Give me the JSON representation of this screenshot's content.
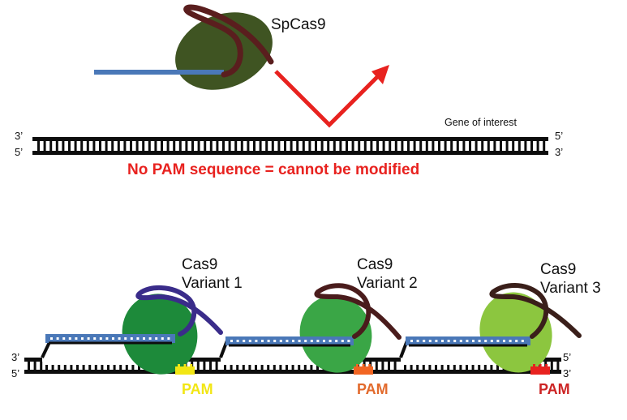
{
  "top": {
    "enzyme_label": "SpCas9",
    "gene_label": "Gene of interest",
    "left_end_top": "3’",
    "left_end_bottom": "5’",
    "right_end_top": "5’",
    "right_end_bottom": "3’",
    "warning": "No PAM sequence = cannot be modified"
  },
  "variants": [
    {
      "line1": "Cas9",
      "line2": "Variant 1",
      "pam": "PAM",
      "blob_color": "#1d8a3a",
      "loop_color": "#3a2c8a",
      "pam_color": "#f2e614",
      "pam_text_color": "#f2e614"
    },
    {
      "line1": "Cas9",
      "line2": "Variant 2",
      "pam": "PAM",
      "blob_color": "#3aa646",
      "loop_color": "#4a1c1c",
      "pam_color": "#f26522",
      "pam_text_color": "#e26a2c"
    },
    {
      "line1": "Cas9",
      "line2": "Variant 3",
      "pam": "PAM",
      "blob_color": "#8cc63f",
      "loop_color": "#3a1f1a",
      "pam_color": "#e8221f",
      "pam_text_color": "#cc2424"
    }
  ],
  "bottom": {
    "left_end_top": "3’",
    "left_end_bottom": "5’",
    "right_end_top": "5’",
    "right_end_bottom": "3’"
  },
  "colors": {
    "enzyme_body": "#3f5422",
    "enzyme_loop": "#5a1e1e",
    "guide_rna": "#4a78b8",
    "arrow": "#e8221f",
    "dna": "#0d0d0d"
  }
}
